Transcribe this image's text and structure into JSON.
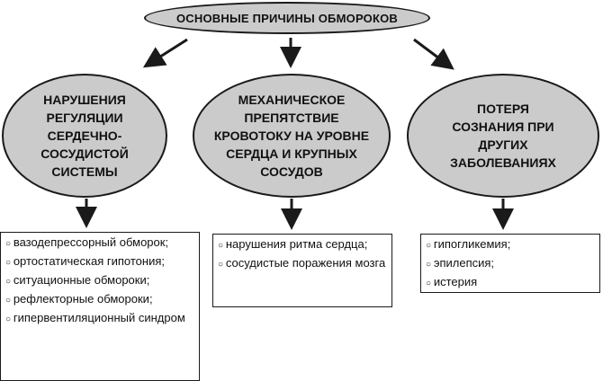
{
  "title": "ОСНОВНЫЕ ПРИЧИНЫ ОБМОРОКОВ",
  "causes": [
    {
      "label": "НАРУШЕНИЯ РЕГУЛЯЦИИ СЕРДЕЧНО-СОСУДИСТОЙ СИСТЕМЫ",
      "items": [
        "вазодепрессорный обморок;",
        "ортостатическая гипотония;",
        "ситуационные обмороки;",
        "рефлекторные обмороки;",
        "гипервентиляционный синдром"
      ]
    },
    {
      "label": "МЕХАНИЧЕСКОЕ ПРЕПЯТСТВИЕ КРОВОТОКУ НА УРОВНЕ СЕРДЦА И КРУПНЫХ СОСУДОВ",
      "items": [
        "нарушения ритма сердца;",
        "сосудистые поражения мозга"
      ]
    },
    {
      "label": "ПОТЕРЯ СОЗНАНИЯ ПРИ ДРУГИХ ЗАБОЛЕВАНИЯХ",
      "items": [
        "гипогликемия;",
        "эпилепсия;",
        "истерия"
      ]
    }
  ],
  "colors": {
    "ellipse_fill": "#cbcbcb",
    "stroke": "#1a1a1a"
  }
}
